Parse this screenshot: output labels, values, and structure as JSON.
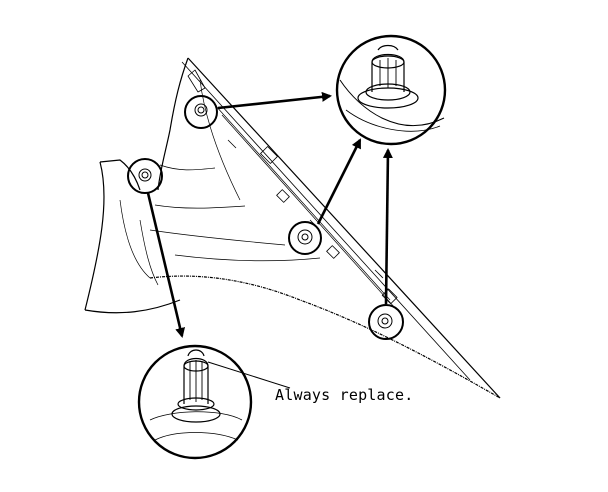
{
  "annotation": {
    "text": "Always replace."
  },
  "colors": {
    "line": "#000000",
    "background": "#ffffff"
  },
  "parts": [
    "trim-panel",
    "clip",
    "clip",
    "clip",
    "clip",
    "replacement-clip"
  ]
}
